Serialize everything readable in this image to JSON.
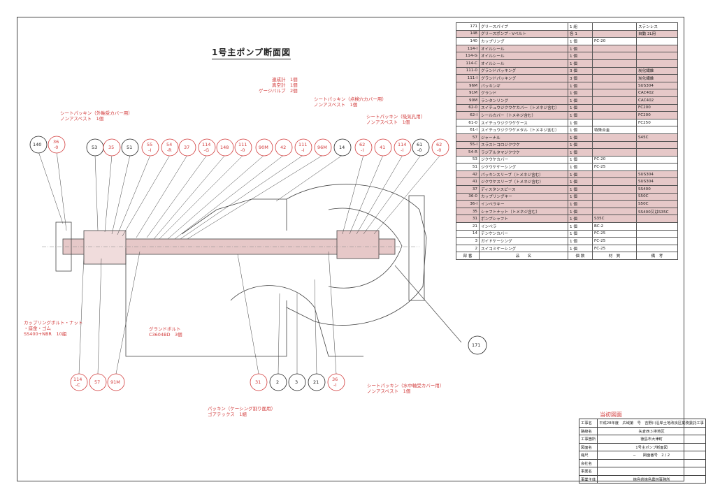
{
  "title": "1号主ポンプ断面図",
  "parts_table": {
    "rows": [
      {
        "no": "171",
        "name": "グリースパイプ",
        "qty": "1 組",
        "mat": "",
        "note": "ステンレス",
        "shaded": false
      },
      {
        "no": "148",
        "name": "グリースポンプ・Vベルト",
        "qty": "各 1",
        "mat": "",
        "note": "自動 2L用",
        "shaded": true
      },
      {
        "no": "140",
        "name": "カップリング",
        "qty": "1 個",
        "mat": "FC-20",
        "note": "",
        "shaded": false
      },
      {
        "no": "114-I",
        "name": "オイルシール",
        "qty": "1 個",
        "mat": "",
        "note": "",
        "shaded": true
      },
      {
        "no": "114-G",
        "name": "オイルシール",
        "qty": "1 個",
        "mat": "",
        "note": "",
        "shaded": true
      },
      {
        "no": "114-C",
        "name": "オイルシール",
        "qty": "1 個",
        "mat": "",
        "note": "",
        "shaded": true
      },
      {
        "no": "111-0",
        "name": "グランドパッキング",
        "qty": "3 個",
        "mat": "",
        "note": "炭化繊維",
        "shaded": true
      },
      {
        "no": "111-I",
        "name": "グランドパッキング",
        "qty": "3 個",
        "mat": "",
        "note": "炭化繊維",
        "shaded": true
      },
      {
        "no": "96M",
        "name": "パッキンギ",
        "qty": "1 個",
        "mat": "",
        "note": "SUS304",
        "shaded": true
      },
      {
        "no": "91M",
        "name": "グランド",
        "qty": "1 個",
        "mat": "",
        "note": "CAC402",
        "shaded": true
      },
      {
        "no": "90M",
        "name": "ランタンリング",
        "qty": "1 個",
        "mat": "",
        "note": "CAC402",
        "shaded": true
      },
      {
        "no": "62-0",
        "name": "スイチュウジクウケカバー（トメネジ含む）",
        "qty": "1 個",
        "mat": "",
        "note": "FC200",
        "shaded": true
      },
      {
        "no": "62-I",
        "name": "シールカバー（トメネジ含む）",
        "qty": "1 個",
        "mat": "",
        "note": "FC200",
        "shaded": true
      },
      {
        "no": "61-0",
        "name": "スイチュウジクウケケース",
        "qty": "1 個",
        "mat": "",
        "note": "FC250",
        "shaded": false
      },
      {
        "no": "61-I",
        "name": "スイチュウジクウケメタル（トメネジ含む）",
        "qty": "1 個",
        "mat": "特殊合金",
        "note": "",
        "shaded": false
      },
      {
        "no": "57",
        "name": "ジャーナル",
        "qty": "1 個",
        "mat": "",
        "note": "S45C",
        "shaded": true
      },
      {
        "no": "55-I",
        "name": "スラストコロジクウケ",
        "qty": "1 個",
        "mat": "",
        "note": "",
        "shaded": true
      },
      {
        "no": "54-R",
        "name": "ラジアルタマジクウケ",
        "qty": "1 個",
        "mat": "",
        "note": "",
        "shaded": true
      },
      {
        "no": "53",
        "name": "ジクウケカバー",
        "qty": "1 個",
        "mat": "FC-20",
        "note": "",
        "shaded": false
      },
      {
        "no": "51",
        "name": "ジクウケケーシング",
        "qty": "1 個",
        "mat": "FC-25",
        "note": "",
        "shaded": false
      },
      {
        "no": "42",
        "name": "パッキンスリーブ（トメネジ含む）",
        "qty": "1 個",
        "mat": "",
        "note": "SUS304",
        "shaded": true
      },
      {
        "no": "41",
        "name": "ジクウケスリーブ（トメネジ含む）",
        "qty": "1 個",
        "mat": "",
        "note": "SUS304",
        "shaded": true
      },
      {
        "no": "37",
        "name": "ディスタンスピース",
        "qty": "1 個",
        "mat": "",
        "note": "SS400",
        "shaded": true
      },
      {
        "no": "36-0",
        "name": "カップリングキー",
        "qty": "1 個",
        "mat": "",
        "note": "S50C",
        "shaded": true
      },
      {
        "no": "36-I",
        "name": "インペラキー",
        "qty": "1 個",
        "mat": "",
        "note": "S50C",
        "shaded": true
      },
      {
        "no": "35",
        "name": "シャフトナット（トメネジ含む）",
        "qty": "1 個",
        "mat": "",
        "note": "SS400又はS35C",
        "shaded": true
      },
      {
        "no": "31",
        "name": "ポンプシャフト",
        "qty": "1 個",
        "mat": "S35C",
        "note": "",
        "shaded": true
      },
      {
        "no": "21",
        "name": "インペラ",
        "qty": "1 個",
        "mat": "BC-2",
        "note": "",
        "shaded": false
      },
      {
        "no": "14",
        "name": "テンケンカバー",
        "qty": "1 個",
        "mat": "FC-25",
        "note": "",
        "shaded": false
      },
      {
        "no": "3",
        "name": "ガイドケーシング",
        "qty": "1 個",
        "mat": "FC-25",
        "note": "",
        "shaded": false
      },
      {
        "no": "2",
        "name": "スイコミケーシング",
        "qty": "1 個",
        "mat": "FC-25",
        "note": "",
        "shaded": false
      }
    ],
    "header": {
      "no": "部 番",
      "name": "品　　名",
      "qty": "個 数",
      "mat": "材　質",
      "note": "備　考"
    }
  },
  "callouts_top": [
    "140",
    "36\n-0",
    "53",
    "35",
    "51",
    "55\n-I",
    "54\n-R",
    "37",
    "114\n-G",
    "148",
    "111\n-0",
    "90M",
    "42",
    "111\n-I",
    "96M",
    "14",
    "62\n-I",
    "41",
    "114\n-I",
    "61\n-0",
    "62\n-0"
  ],
  "callouts_bottom": [
    "114\n-C",
    "57",
    "91M",
    "31",
    "2",
    "3",
    "21",
    "36\n-I"
  ],
  "callout_right": "171",
  "notes": {
    "gauge": "連成計　1個\n真空計　1個\nゲージバルブ　2個",
    "seal_top_left": "シートパッキン（外軸受カバー用）\nノンアスベスト　1個",
    "seal_inspect": "シートパッキン（点検穴カバー用）\nノンアスベスト　1個",
    "seal_intake": "シートパッキン（吸気孔用）\nノンアスベスト　1個",
    "coupling_bolt": "カップリングボルト・ナット\n・座金・ゴム\nSS400+NBR　10組",
    "gland_bolt": "グランドボルト\nC3604BD　3個",
    "packing_casing": "パッキン（ケーシング割り面用）\nゴアテックス　1組",
    "seal_water": "シートパッキン（水中軸受カバー用）\nノンアスベスト　1個"
  },
  "title_block": {
    "caption": "当初図面",
    "rows": [
      {
        "k": "工事名",
        "v": "平成28年度　広域第　号　吉野川沿岸土地改良区業務委託工事"
      },
      {
        "k": "路線名",
        "v": "矢倉西３排地区"
      },
      {
        "k": "工事箇所",
        "v": "徳島市大津町"
      },
      {
        "k": "図面名",
        "v": "1号主ポンプ断面図"
      },
      {
        "k": "縮尺",
        "v": "─　　図面番号　2 / 2"
      },
      {
        "k": "会社名",
        "v": ""
      },
      {
        "k": "事業名",
        "v": ""
      },
      {
        "k": "事業主体",
        "v": "徳島県徳島農林事務所"
      }
    ]
  },
  "colors": {
    "accent": "#d23a3a",
    "shade": "#e6c8c8"
  }
}
